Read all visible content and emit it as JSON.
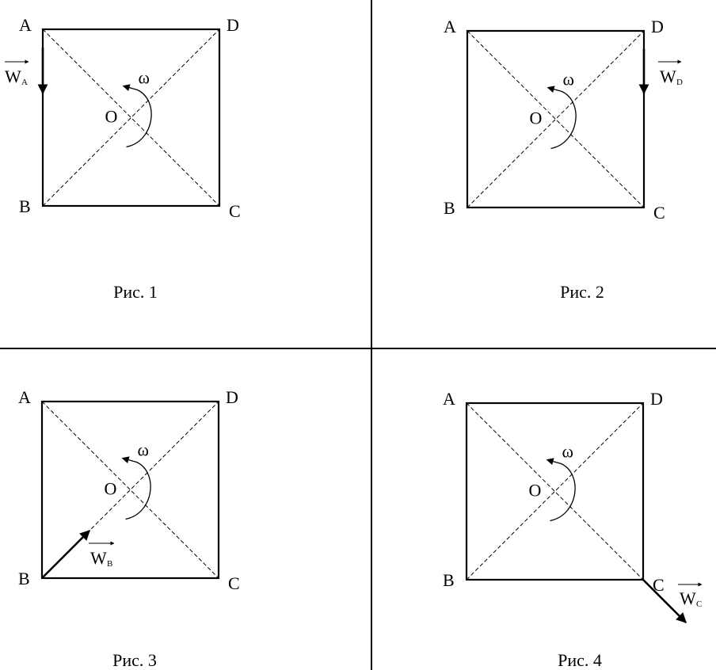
{
  "colors": {
    "ink": "#000000",
    "background": "#ffffff"
  },
  "panels": [
    {
      "caption": "Рис. 1",
      "labels": {
        "A": "A",
        "B": "B",
        "C": "C",
        "D": "D",
        "O": "O",
        "omega": "ω"
      },
      "vector": {
        "base": "W",
        "subscript": "A",
        "at_vertex": "A",
        "direction": "toward B"
      }
    },
    {
      "caption": "Рис. 2",
      "labels": {
        "A": "A",
        "B": "B",
        "C": "C",
        "D": "D",
        "O": "O",
        "omega": "ω"
      },
      "vector": {
        "base": "W",
        "subscript": "D",
        "at_vertex": "D",
        "direction": "toward C"
      }
    },
    {
      "caption": "Рис. 3",
      "labels": {
        "A": "A",
        "B": "B",
        "C": "C",
        "D": "D",
        "O": "O",
        "omega": "ω"
      },
      "vector": {
        "base": "W",
        "subscript": "B",
        "at_vertex": "B",
        "direction": "toward O"
      }
    },
    {
      "caption": "Рис. 4",
      "labels": {
        "A": "A",
        "B": "B",
        "C": "C",
        "D": "D",
        "O": "O",
        "omega": "ω"
      },
      "vector": {
        "base": "W",
        "subscript": "C",
        "at_vertex": "C",
        "direction": "away from O"
      }
    }
  ]
}
